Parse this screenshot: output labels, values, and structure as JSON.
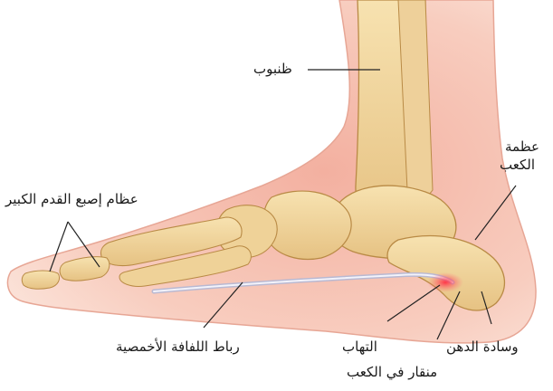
{
  "labels": {
    "tibia": "ظنبوب",
    "calcaneus_line1": "عظمة",
    "calcaneus_line2": "الكعب",
    "big_toe_bones": "عظام إصبع القدم الكبير",
    "plantar_fascia": "رباط اللفافة الأخمصية",
    "inflammation": "التهاب",
    "fat_pad": "وسادة الدهن",
    "heel_spur": "منقار في الكعب"
  },
  "colors": {
    "skin": "#f7c6b8",
    "skin_edge": "#e89a8a",
    "bone": "#f0d59c",
    "bone_edge": "#b98a45",
    "inflammation": "#ff3b4a",
    "fascia": "#c9c9dd"
  }
}
